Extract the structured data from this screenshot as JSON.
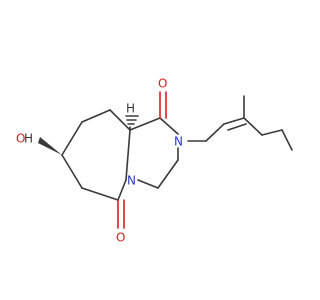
{
  "molecule": {
    "atoms": {
      "O_hydroxyl": "O",
      "H_hydroxyl": "H",
      "H_stereo": "H",
      "O_carbonyl_1": "O",
      "O_carbonyl_4": "O",
      "N_amide_2": "N",
      "N_bridgehead_5": "N"
    }
  },
  "colors": {
    "bond": "#3a3a3a",
    "oxygen": "#d42020",
    "nitrogen": "#2a36c8"
  }
}
